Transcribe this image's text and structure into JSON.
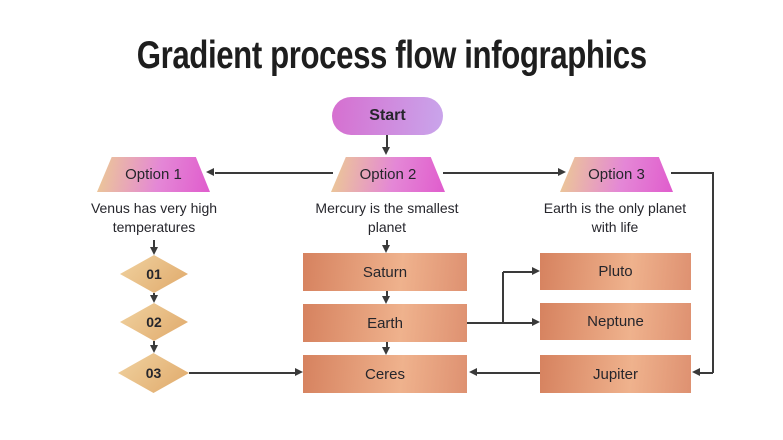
{
  "page": {
    "title": "Gradient process flow infographics"
  },
  "flow": {
    "start": {
      "label": "Start"
    },
    "options": [
      {
        "label": "Option 1",
        "description": "Venus has very high temperatures"
      },
      {
        "label": "Option 2",
        "description": "Mercury is the smallest planet"
      },
      {
        "label": "Option 3",
        "description": "Earth is the only planet with life"
      }
    ],
    "steps": [
      {
        "label": "01"
      },
      {
        "label": "02"
      },
      {
        "label": "03"
      }
    ],
    "center_nodes": [
      {
        "label": "Saturn"
      },
      {
        "label": "Earth"
      },
      {
        "label": "Ceres"
      }
    ],
    "right_nodes": [
      {
        "label": "Pluto"
      },
      {
        "label": "Neptune"
      },
      {
        "label": "Jupiter"
      }
    ]
  },
  "colors": {
    "background": "#ffffff",
    "title_text": "#1e1e1e",
    "node_text": "#26262c",
    "line": "#3a3a3a",
    "pill_gradient_start": "#d66fd0",
    "pill_gradient_end": "#c9a5eb",
    "trapezoid_gradient_start": "#eccb93",
    "trapezoid_gradient_mid": "#e487d6",
    "trapezoid_gradient_end": "#e05ccd",
    "diamond_gradient_start": "#f0d2a0",
    "diamond_gradient_end": "#e0a96a",
    "box_gradient_start": "#d6825f",
    "box_gradient_mid": "#efb28d",
    "box_gradient_end": "#de9171"
  }
}
